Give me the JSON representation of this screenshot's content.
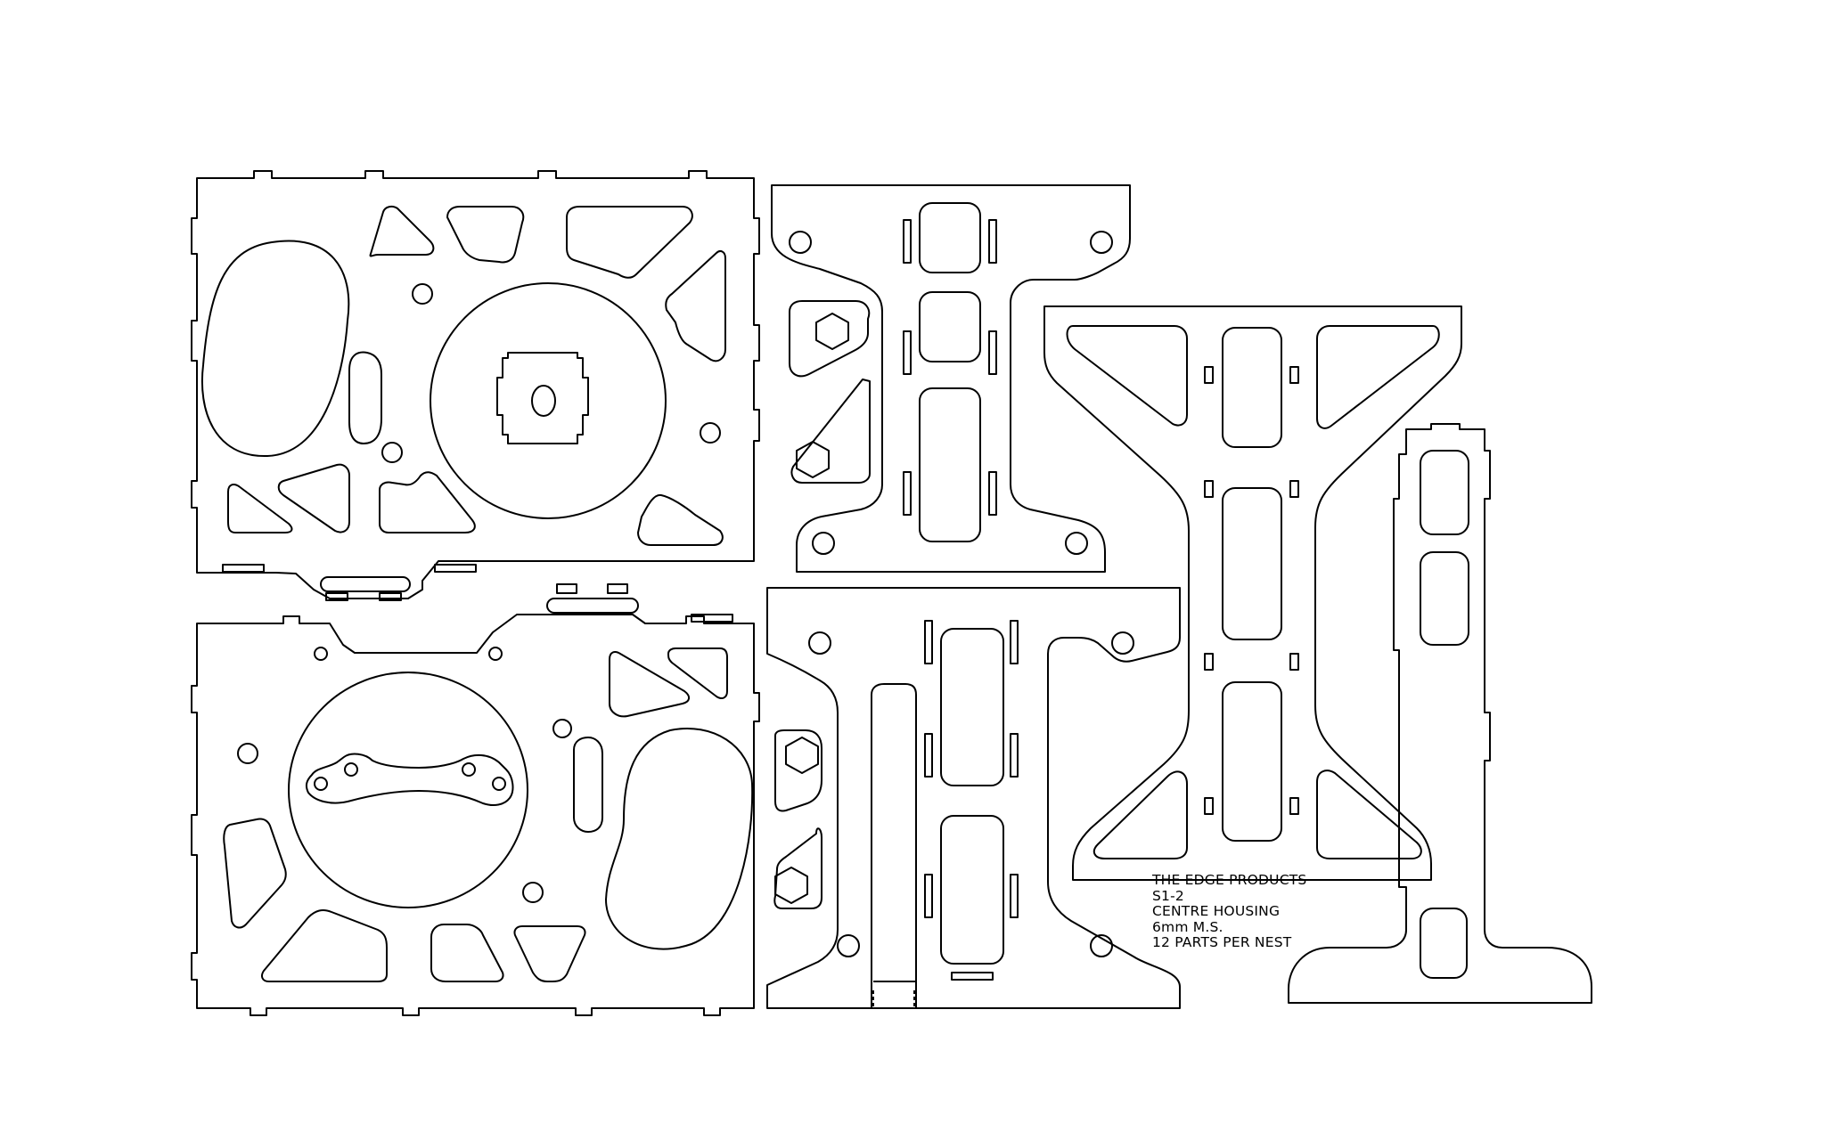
{
  "drawing": {
    "line_color": "#000000",
    "background_color": "#ffffff"
  },
  "title_block": {
    "company": "THE EDGE PRODUCTS",
    "part_number": "S1-2",
    "part_name": "CENTRE HOUSING",
    "material": "6mm M.S.",
    "nest_count": "12 PARTS PER NEST"
  }
}
